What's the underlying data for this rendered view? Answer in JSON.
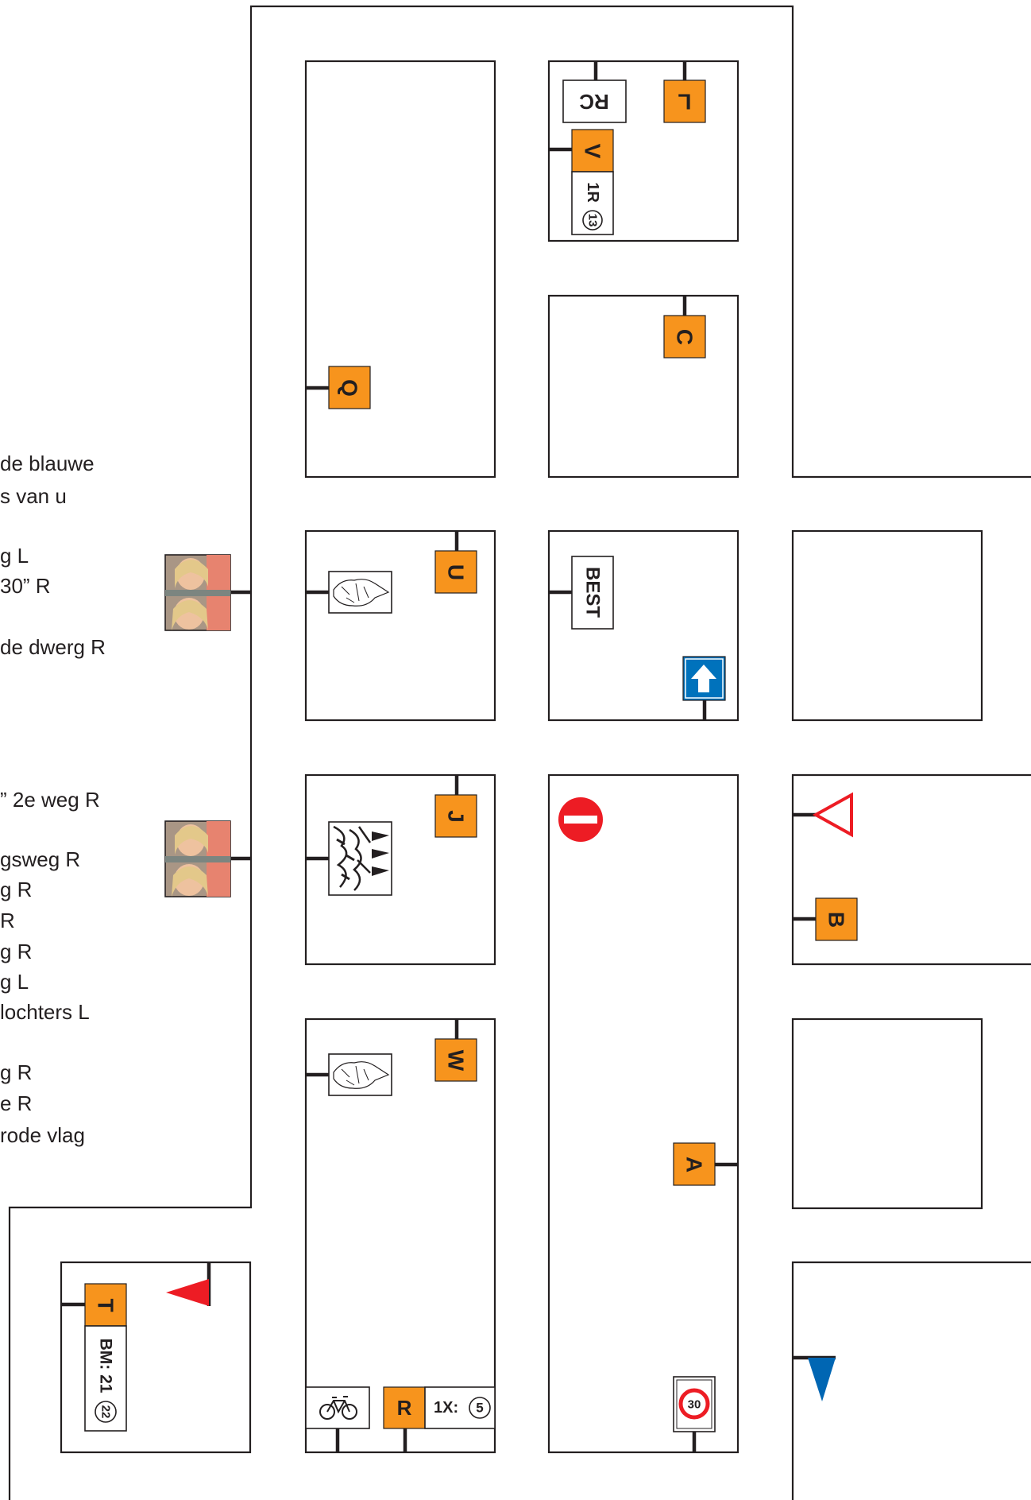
{
  "notes": [
    "de blauwe",
    "s van u",
    "g L",
    " 30” R",
    "de dwerg R",
    "” 2e weg R",
    "gsweg R",
    "g R",
    " R",
    "g R",
    "g L",
    "lochters L",
    "g R",
    "e R",
    "rode vlag"
  ],
  "controls": {
    "Q": "Q",
    "RC": "RC",
    "L": "L",
    "V": "V",
    "V_detail_1": "1R",
    "V_detail_2": "13",
    "C": "C",
    "U": "U",
    "BEST": "BEST",
    "J": "J",
    "B": "B",
    "W": "W",
    "A": "A",
    "T": "T",
    "T_detail_1": "BM: 21",
    "T_detail_2": "22",
    "R": "R",
    "R_detail_1": "1X:",
    "R_detail_2": "5",
    "speed_limit": "30"
  },
  "colors": {
    "marker_orange": "#f7941d",
    "road_line": "#231f20",
    "no_entry_red": "#ed1c24",
    "sign_blue": "#0072bc",
    "flag_blue": "#0066b3",
    "flag_red": "#ed1c24"
  },
  "icons": [
    "bicycle-icon",
    "one-way-arrow-sign",
    "no-entry-sign",
    "yield-triangle",
    "red-flag",
    "blue-flag",
    "dwarf-image",
    "photo"
  ]
}
